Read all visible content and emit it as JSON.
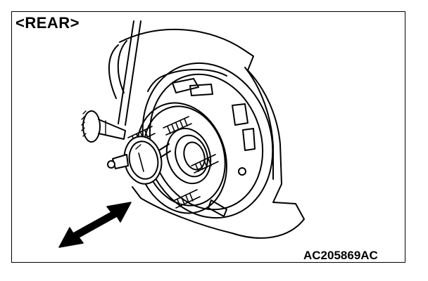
{
  "view_label": "<REAR>",
  "figure_code": "AC205869AC",
  "colors": {
    "line": "#000000",
    "background": "#ffffff"
  },
  "icons": {
    "motion_arrow": "double-headed-arrow",
    "gauge": "dial-indicator",
    "hub": "wheel-hub-with-studs"
  }
}
